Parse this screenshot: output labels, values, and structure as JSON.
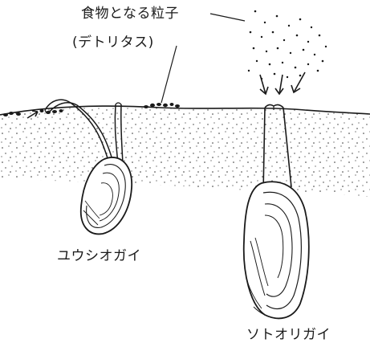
{
  "labels": {
    "food_particles": "食物となる粒子",
    "detritus": "(デトリタス)",
    "species_left": "ユウシオガイ",
    "species_right": "ソトオリガイ"
  },
  "colors": {
    "ink": "#1a1a1a",
    "background": "#ffffff"
  },
  "icons": {
    "left_clam": "clam-with-siphons",
    "right_clam": "burrowing-clam-with-tube",
    "particles": "detritus-particles",
    "arrows": "downward-arrows"
  }
}
